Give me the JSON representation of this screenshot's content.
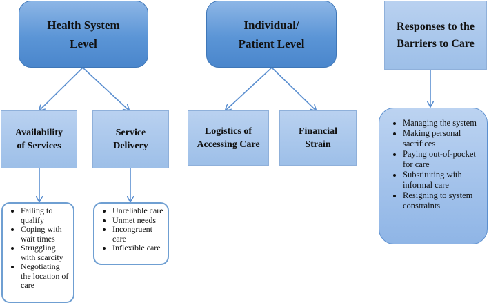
{
  "level_boxes": {
    "health_system": "Health System\nLevel",
    "individual": "Individual/\nPatient Level",
    "responses": "Responses to the\nBarriers to Care"
  },
  "category_boxes": {
    "availability": "Availability\nof Services",
    "service_delivery": "Service\nDelivery",
    "logistics": "Logistics of\nAccessing Care",
    "financial": "Financial\nStrain"
  },
  "availability_items": [
    "Failing to qualify",
    "Coping with wait times",
    "Struggling with scarcity",
    "Negotiating the location of care"
  ],
  "service_delivery_items": [
    "Unreliable care",
    "Unmet needs",
    "Incongruent care",
    "Inflexible care"
  ],
  "responses_items": [
    "Managing the system",
    "Making personal sacrifices",
    "Paying out-of-pocket for care",
    "Substituting with informal care",
    "Resigning to system constraints"
  ]
}
